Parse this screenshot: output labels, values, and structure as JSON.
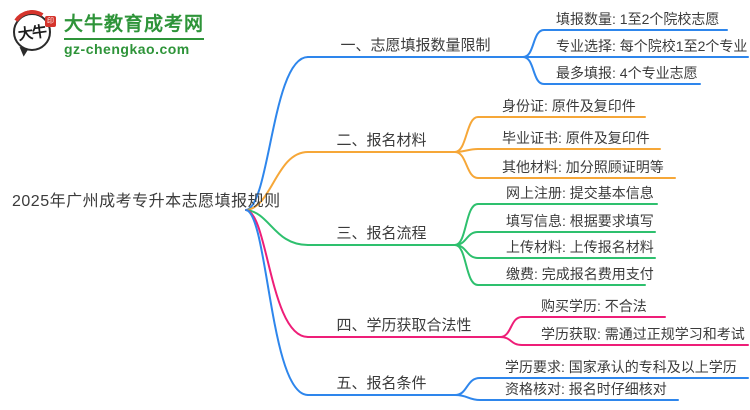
{
  "logo": {
    "site_name": "大牛教育成考网",
    "site_url": "gz-chengkao.com",
    "badge_text": "大牛",
    "brand_green": "#2e9439",
    "seal_red": "#d5342c"
  },
  "central": {
    "label": "2025年广州成考专升本志愿填报规则"
  },
  "colors": {
    "blue": "#2e86ec",
    "orange": "#f6a738",
    "green": "#2ec06e",
    "pink": "#ee1e78",
    "text": "#3b3b3b"
  },
  "branches": [
    {
      "label": "一、志愿填报数量限制",
      "color": "#2e86ec",
      "children": [
        "填报数量: 1至2个院校志愿",
        "专业选择: 每个院校1至2个专业",
        "最多填报: 4个专业志愿"
      ]
    },
    {
      "label": "二、报名材料",
      "color": "#f6a738",
      "children": [
        "身份证: 原件及复印件",
        "毕业证书: 原件及复印件",
        "其他材料: 加分照顾证明等"
      ]
    },
    {
      "label": "三、报名流程",
      "color": "#2ec06e",
      "children": [
        "网上注册: 提交基本信息",
        "填写信息: 根据要求填写",
        "上传材料: 上传报名材料",
        "缴费: 完成报名费用支付"
      ]
    },
    {
      "label": "四、学历获取合法性",
      "color": "#ee1e78",
      "children": [
        "购买学历: 不合法",
        "学历获取: 需通过正规学习和考试"
      ]
    },
    {
      "label": "五、报名条件",
      "color": "#2e86ec",
      "children": [
        "学历要求: 国家承认的专科及以上学历",
        "资格核对: 报名时仔细核对"
      ]
    }
  ]
}
